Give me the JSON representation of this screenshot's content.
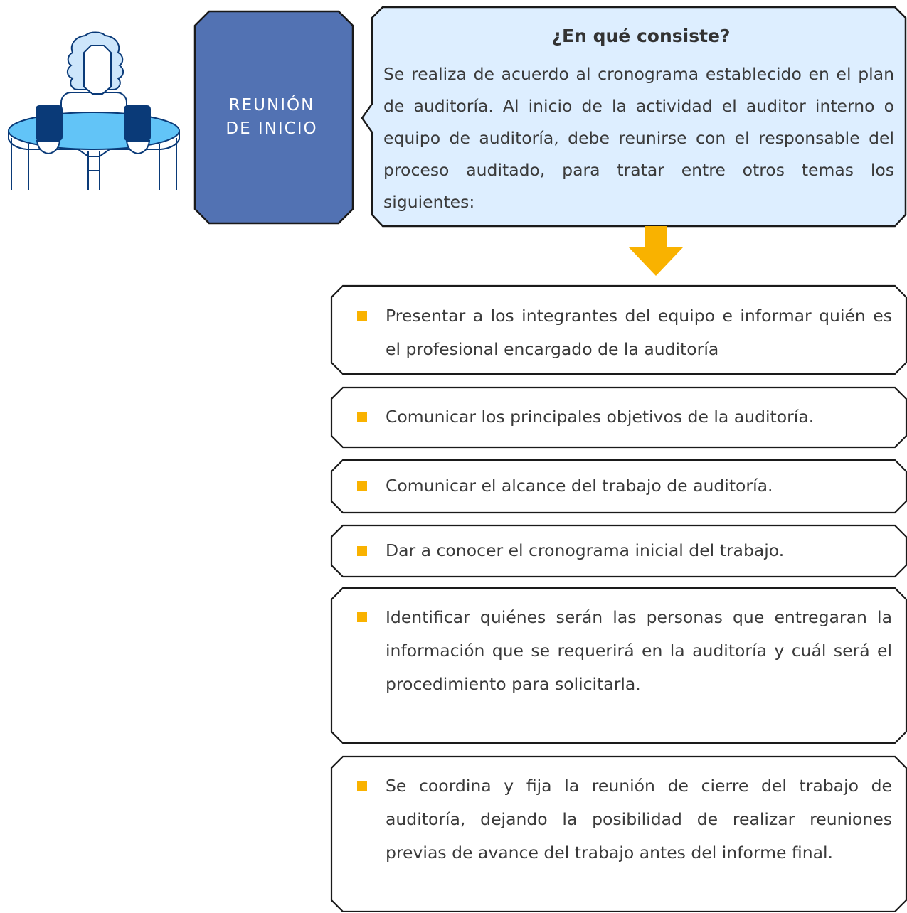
{
  "title": {
    "line1": "REUNIÓN",
    "line2": "DE INICIO"
  },
  "description": {
    "heading": "¿En qué consiste?",
    "body": "Se realiza de acuerdo al cronograma establecido en el plan de auditoría. Al inicio de la actividad el auditor interno o equipo de auditoría, debe reunirse con el responsable del proceso auditado, para tratar entre otros temas los siguientes:"
  },
  "items": [
    {
      "text": "Presentar a los integrantes del equipo e informar quién es el profesional encargado de la auditoría"
    },
    {
      "text": "Comunicar los principales objetivos de la auditoría."
    },
    {
      "text": "Comunicar el alcance del trabajo de auditoría."
    },
    {
      "text": "Dar a conocer el cronograma inicial del trabajo."
    },
    {
      "text": "Identificar quiénes serán las personas que entregaran la información que se requerirá en la auditoría y cuál será el procedimiento para solicitarla."
    },
    {
      "text": "Se coordina y fija la reunión de cierre del trabajo de auditoría, dejando la posibilidad de realizar reuniones previas de avance del trabajo antes del informe final."
    }
  ],
  "colors": {
    "title_fill": "#5272b3",
    "title_border": "#1a1a1a",
    "desc_fill": "#ddeeff",
    "bullet": "#f9b200",
    "arrow": "#f9b200",
    "table": "#62c4f7",
    "navy": "#0a3a78"
  },
  "icons": [
    "meeting-table-illustration-icon",
    "down-arrow-icon",
    "square-bullet-icon"
  ]
}
